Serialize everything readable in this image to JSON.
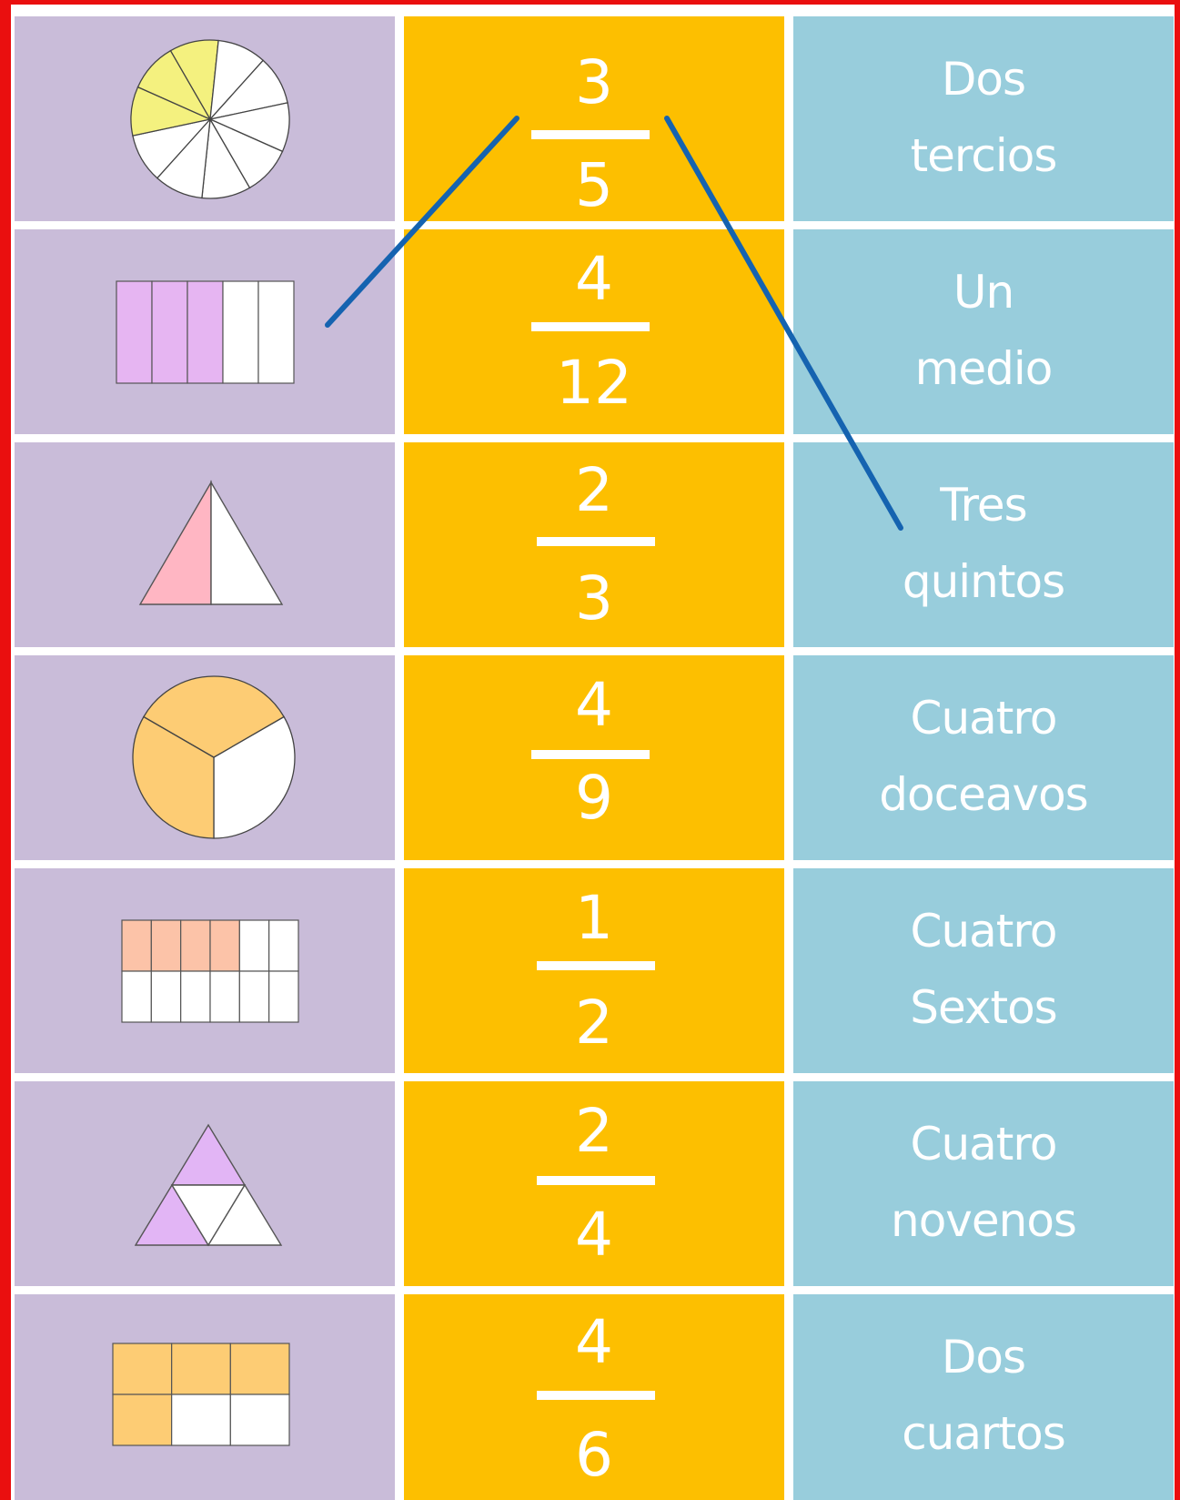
{
  "colors": {
    "frame": "#ea0f0f",
    "picture_column": "#c9bcd9",
    "fraction_column": "#fdbf00",
    "word_column": "#98cddc",
    "connector_line": "#1563b0"
  },
  "rows": [
    {
      "picture": {
        "icon": "circle-tenths-icon",
        "shape": "circle divided into 10 parts, 3 shaded",
        "fill": "#f4f17f"
      },
      "fraction": {
        "numerator": "3",
        "denominator": "5"
      },
      "words": [
        "Dos",
        "tercios"
      ]
    },
    {
      "picture": {
        "icon": "rectangle-fifths-icon",
        "shape": "rectangle divided into 5 columns, 3 shaded",
        "fill": "#e6b5f2"
      },
      "fraction": {
        "numerator": "4",
        "denominator": "12"
      },
      "words": [
        "Un",
        "medio"
      ]
    },
    {
      "picture": {
        "icon": "triangle-halves-icon",
        "shape": "triangle divided into 2 parts, 1 shaded",
        "fill": "#ffb6c3"
      },
      "fraction": {
        "numerator": "2",
        "denominator": "3"
      },
      "words": [
        "Tres",
        "quintos"
      ]
    },
    {
      "picture": {
        "icon": "circle-thirds-icon",
        "shape": "circle divided into 3 parts, 2 shaded",
        "fill": "#fdcc74"
      },
      "fraction": {
        "numerator": "4",
        "denominator": "9"
      },
      "words": [
        "Cuatro",
        "doceavos"
      ]
    },
    {
      "picture": {
        "icon": "grid-twelfths-icon",
        "shape": "grid 6x2 divided into 12 parts, 4 shaded",
        "fill": "#fcc3a8"
      },
      "fraction": {
        "numerator": "1",
        "denominator": "2"
      },
      "words": [
        "Cuatro",
        "Sextos"
      ]
    },
    {
      "picture": {
        "icon": "triangle-quarters-icon",
        "shape": "triangle divided into 4 parts, 2 shaded",
        "fill": "#e2b5f5"
      },
      "fraction": {
        "numerator": "2",
        "denominator": "4"
      },
      "words": [
        "Cuatro",
        "novenos"
      ]
    },
    {
      "picture": {
        "icon": "grid-sixths-icon",
        "shape": "grid 3x2 divided into 6 parts, 4 shaded",
        "fill": "#fdcc74"
      },
      "fraction": {
        "numerator": "4",
        "denominator": "6"
      },
      "words": [
        "Dos",
        "cuartos"
      ]
    }
  ],
  "connections": [
    {
      "from": "fraction-3-5",
      "to": "picture-rectangle-fifths"
    },
    {
      "from": "fraction-3-5",
      "to": "words-tres-quintos"
    }
  ]
}
